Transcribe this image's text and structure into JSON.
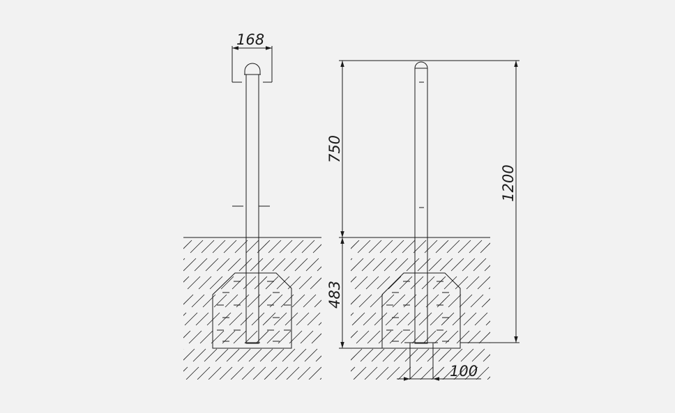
{
  "dimensions": {
    "width_label": "168",
    "above_ground_label": "750",
    "below_ground_label": "483",
    "total_height_label": "1200",
    "base_width_label": "100"
  }
}
